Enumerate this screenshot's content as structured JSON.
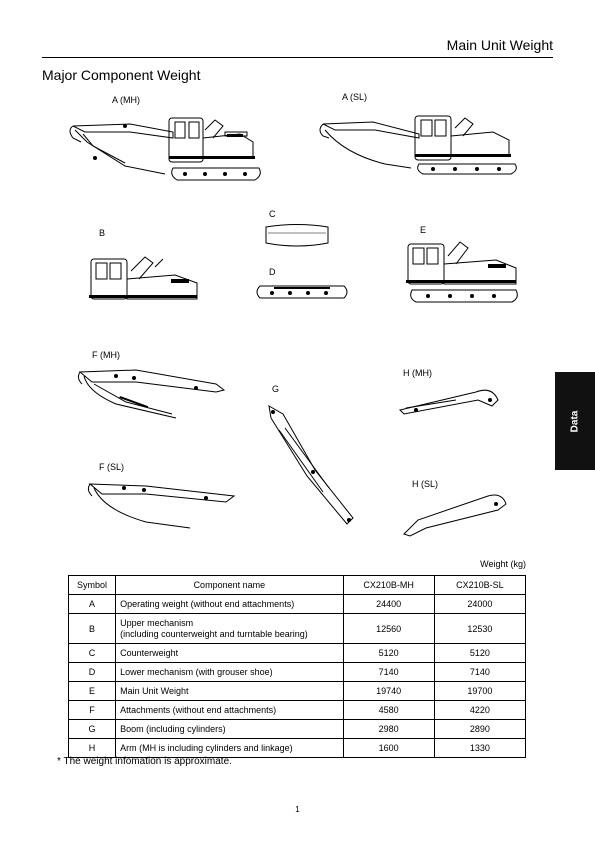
{
  "header": {
    "title": "Main Unit Weight"
  },
  "section": {
    "title": "Major Component Weight"
  },
  "figures": {
    "A_MH": "A (MH)",
    "A_SL": "A (SL)",
    "B": "B",
    "C": "C",
    "D": "D",
    "E": "E",
    "F_MH": "F (MH)",
    "F_SL": "F (SL)",
    "G": "G",
    "H_MH": "H (MH)",
    "H_SL": "H (SL)"
  },
  "side_tab": {
    "label": "Data"
  },
  "table": {
    "units": "Weight (kg)",
    "headers": [
      "Symbol",
      "Component name",
      "CX210B-MH",
      "CX210B-SL"
    ],
    "rows": [
      {
        "symbol": "A",
        "name": "Operating weight (without end attachments)",
        "name2": "",
        "mh": "24400",
        "sl": "24000"
      },
      {
        "symbol": "B",
        "name": "Upper mechanism",
        "name2": "(including counterweight and turntable bearing)",
        "mh": "12560",
        "sl": "12530"
      },
      {
        "symbol": "C",
        "name": "Counterweight",
        "name2": "",
        "mh": "5120",
        "sl": "5120"
      },
      {
        "symbol": "D",
        "name": "Lower mechanism (with grouser shoe)",
        "name2": "",
        "mh": "7140",
        "sl": "7140"
      },
      {
        "symbol": "E",
        "name": "Main Unit Weight",
        "name2": "",
        "mh": "19740",
        "sl": "19700"
      },
      {
        "symbol": "F",
        "name": "Attachments (without end attachments)",
        "name2": "",
        "mh": "4580",
        "sl": "4220"
      },
      {
        "symbol": "G",
        "name": "Boom (including cylinders)",
        "name2": "",
        "mh": "2980",
        "sl": "2890"
      },
      {
        "symbol": "H",
        "name": "Arm (MH is including cylinders and linkage)",
        "name2": "",
        "mh": "1600",
        "sl": "1330"
      }
    ]
  },
  "note": "* The weight infomation is approximate.",
  "page_number": "1"
}
